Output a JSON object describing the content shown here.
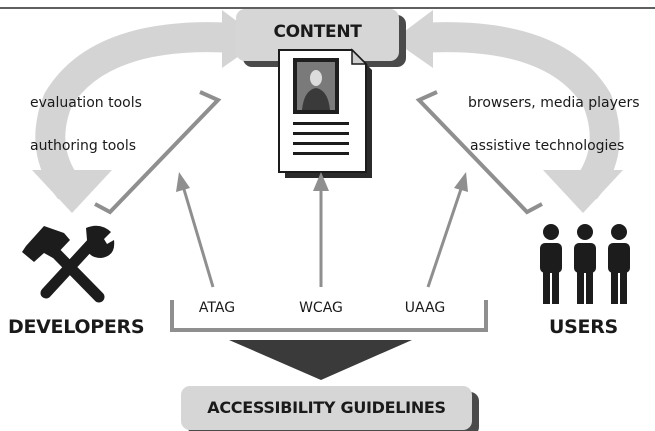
{
  "diagram": {
    "content_label": "CONTENT",
    "left_tools": [
      "evaluation tools",
      "authoring tools"
    ],
    "right_tools": [
      "browsers, media players",
      "assistive technologies"
    ],
    "developers_label": "DEVELOPERS",
    "users_label": "USERS",
    "guidelines": [
      "ATAG",
      "WCAG",
      "UAAG"
    ],
    "footer_label": "ACCESSIBILITY GUIDELINES"
  },
  "icons": {
    "developers": "hammer-wrench-icon",
    "users": "people-icon",
    "content": "document-with-picture-icon"
  },
  "colors": {
    "box_fill": "#d6d6d6",
    "box_shadow": "#4a4a4a",
    "arrow_gray": "#8f8f8f",
    "curve_arrow": "#d4d4d4",
    "icon_dark": "#1c1c1c"
  }
}
